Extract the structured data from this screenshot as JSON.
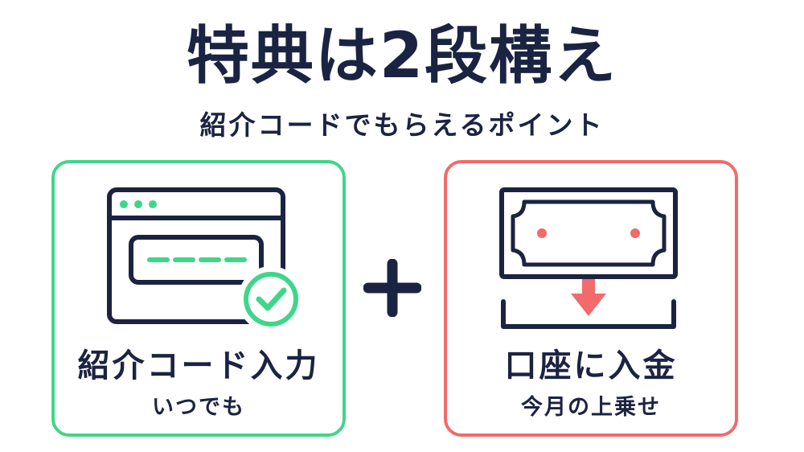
{
  "header": {
    "title": "特典は2段構え",
    "subtitle": "紹介コードでもらえるポイント"
  },
  "cards": [
    {
      "label": "紹介コード入力",
      "sub": "いつでも",
      "icon": "browser-window-check-icon",
      "accent": "#3fd68a"
    },
    {
      "label": "口座に入金",
      "sub": "今月の上乗せ",
      "icon": "banknote-deposit-icon",
      "accent": "#f26a6a"
    }
  ],
  "connector_icon": "plus-icon",
  "colors": {
    "navy": "#1b2342",
    "green": "#3fd68a",
    "red": "#f26a6a"
  }
}
